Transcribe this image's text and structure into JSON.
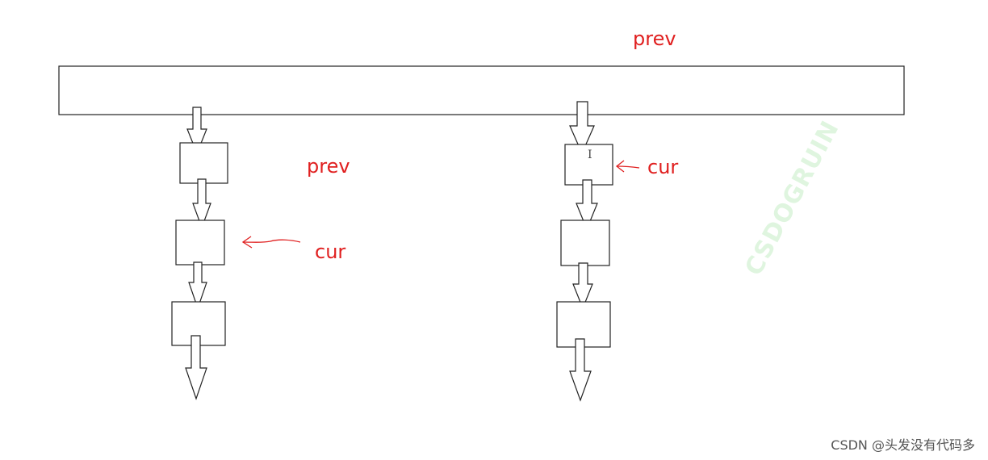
{
  "labels": {
    "prev_top": "prev",
    "prev_left": "prev",
    "cur_left": "cur",
    "cur_right": "cur"
  },
  "watermark_text": "CSDOGRUIN",
  "credit_text": "CSDN @头发没有代码多",
  "colors": {
    "label": "#e02020",
    "stroke": "#222222",
    "watermark": "#dff5df",
    "credit": "#555555"
  }
}
